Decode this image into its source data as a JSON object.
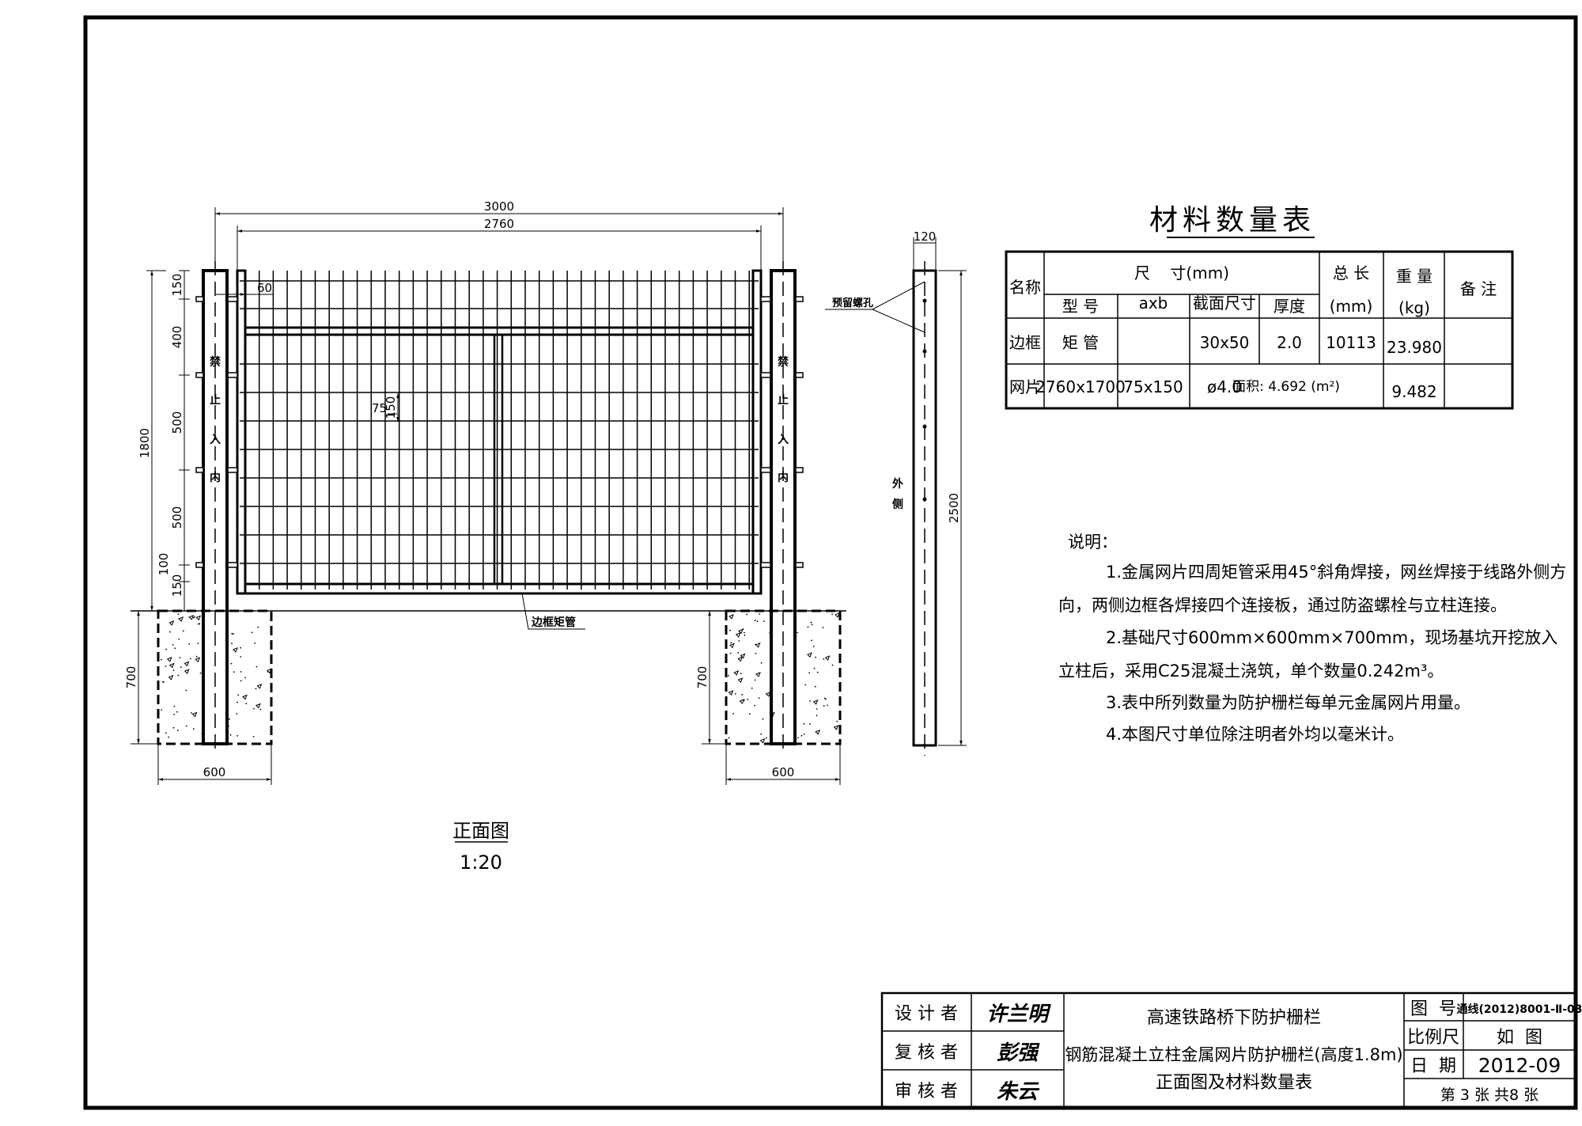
{
  "front_view": {
    "dims": {
      "total_width": "3000",
      "mesh_width": "2760",
      "offset": "60",
      "height": "1800",
      "seg_150_top": "150",
      "seg_400": "400",
      "seg_500_a": "500",
      "seg_500_b": "500",
      "seg_100": "100",
      "seg_150_bottom": "150",
      "foundation_depth": "700",
      "foundation_width": "600",
      "mesh_h": "75",
      "mesh_v": "150"
    },
    "post_sign": [
      "禁",
      "止",
      "入",
      "内"
    ],
    "frame_label": "边框矩管",
    "title": "正面图",
    "scale": "1:20"
  },
  "side_view": {
    "width": "120",
    "height": "2500",
    "hole_label": "预留螺孔",
    "outside_label": [
      "外",
      "侧"
    ]
  },
  "material_table": {
    "title": "材料数量表",
    "headers": {
      "name": "名称",
      "size": "尺    寸(mm)",
      "model": "型 号",
      "axb": "axb",
      "section": "截面尺寸",
      "thickness": "厚度",
      "total_length": "总 长",
      "total_length_unit": "(mm)",
      "weight": "重 量",
      "weight_unit": "(kg)",
      "remark": "备 注"
    },
    "rows": [
      {
        "name": "边框",
        "model": "矩 管",
        "axb": "",
        "section": "30x50",
        "thickness": "2.0",
        "total_length": "10113",
        "weight": "23.980",
        "remark": ""
      },
      {
        "name": "网片",
        "model": "2760x1700",
        "axb": "75x150",
        "section": "ø4.0",
        "area": "面积: 4.692 (m²)",
        "weight": "9.482",
        "remark": ""
      }
    ]
  },
  "notes": {
    "heading": "说明：",
    "lines": [
      "1.金属网片四周矩管采用45°斜角焊接，网丝焊接于线路外侧方",
      "向，两侧边框各焊接四个连接板，通过防盗螺栓与立柱连接。",
      "2.基础尺寸600mm×600mm×700mm，现场基坑开挖放入",
      "立柱后，采用C25混凝土浇筑，单个数量0.242m³。",
      "3.表中所列数量为防护栅栏每单元金属网片用量。",
      "4.本图尺寸单位除注明者外均以毫米计。"
    ]
  },
  "title_block": {
    "designer_label": "设 计 者",
    "designer_sig": "许兰明",
    "checker_label": "复 核 者",
    "checker_sig": "彭强",
    "reviewer_label": "审 核 者",
    "reviewer_sig": "朱云",
    "title_1": "高速铁路桥下防护栅栏",
    "title_2": "钢筋混凝土立柱金属网片防护栅栏(高度1.8m)",
    "title_3": "正面图及材料数量表",
    "drawing_no_label": "图  号",
    "drawing_no": "通线(2012)8001-Ⅱ-03",
    "scale_label": "比例尺",
    "scale": "如  图",
    "date_label": "日  期",
    "date": "2012-09",
    "sheet": "第 3 张 共8 张"
  }
}
